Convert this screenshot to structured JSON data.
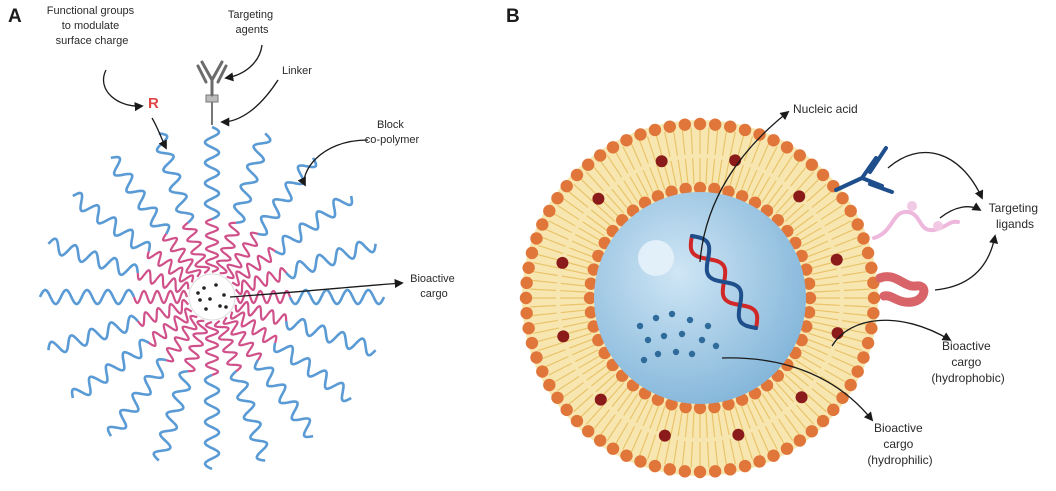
{
  "panel_a": {
    "letter": "A",
    "labels": {
      "functional_groups": [
        "Functional groups",
        "to modulate",
        "surface charge"
      ],
      "targeting_agents": [
        "Targeting",
        "agents"
      ],
      "linker": [
        "Linker"
      ],
      "block_copolymer": [
        "Block",
        "co-polymer"
      ],
      "bioactive_cargo": [
        "Bioactive",
        "cargo"
      ]
    },
    "r_symbol": "R"
  },
  "panel_b": {
    "letter": "B",
    "labels": {
      "nucleic_acid": [
        "Nucleic acid"
      ],
      "targeting_ligands": [
        "Targeting",
        "ligands"
      ],
      "cargo_hydrophobic": [
        "Bioactive",
        "cargo",
        "(hydrophobic)"
      ],
      "cargo_hydrophilic": [
        "Bioactive",
        "cargo",
        "(hydrophilic)"
      ]
    }
  },
  "colors": {
    "corona": "#5b9bd5",
    "core_chain": "#d0508a",
    "head": "#e0763a",
    "tail": "#f6e2a8",
    "tail_stroke": "#e9c46a",
    "droplet": "#8b1a1a",
    "aqueous": "#a9cfe8",
    "dna_a": "#d02828",
    "dna_b": "#1f4e8c",
    "arrow": "#1a1a1a"
  }
}
